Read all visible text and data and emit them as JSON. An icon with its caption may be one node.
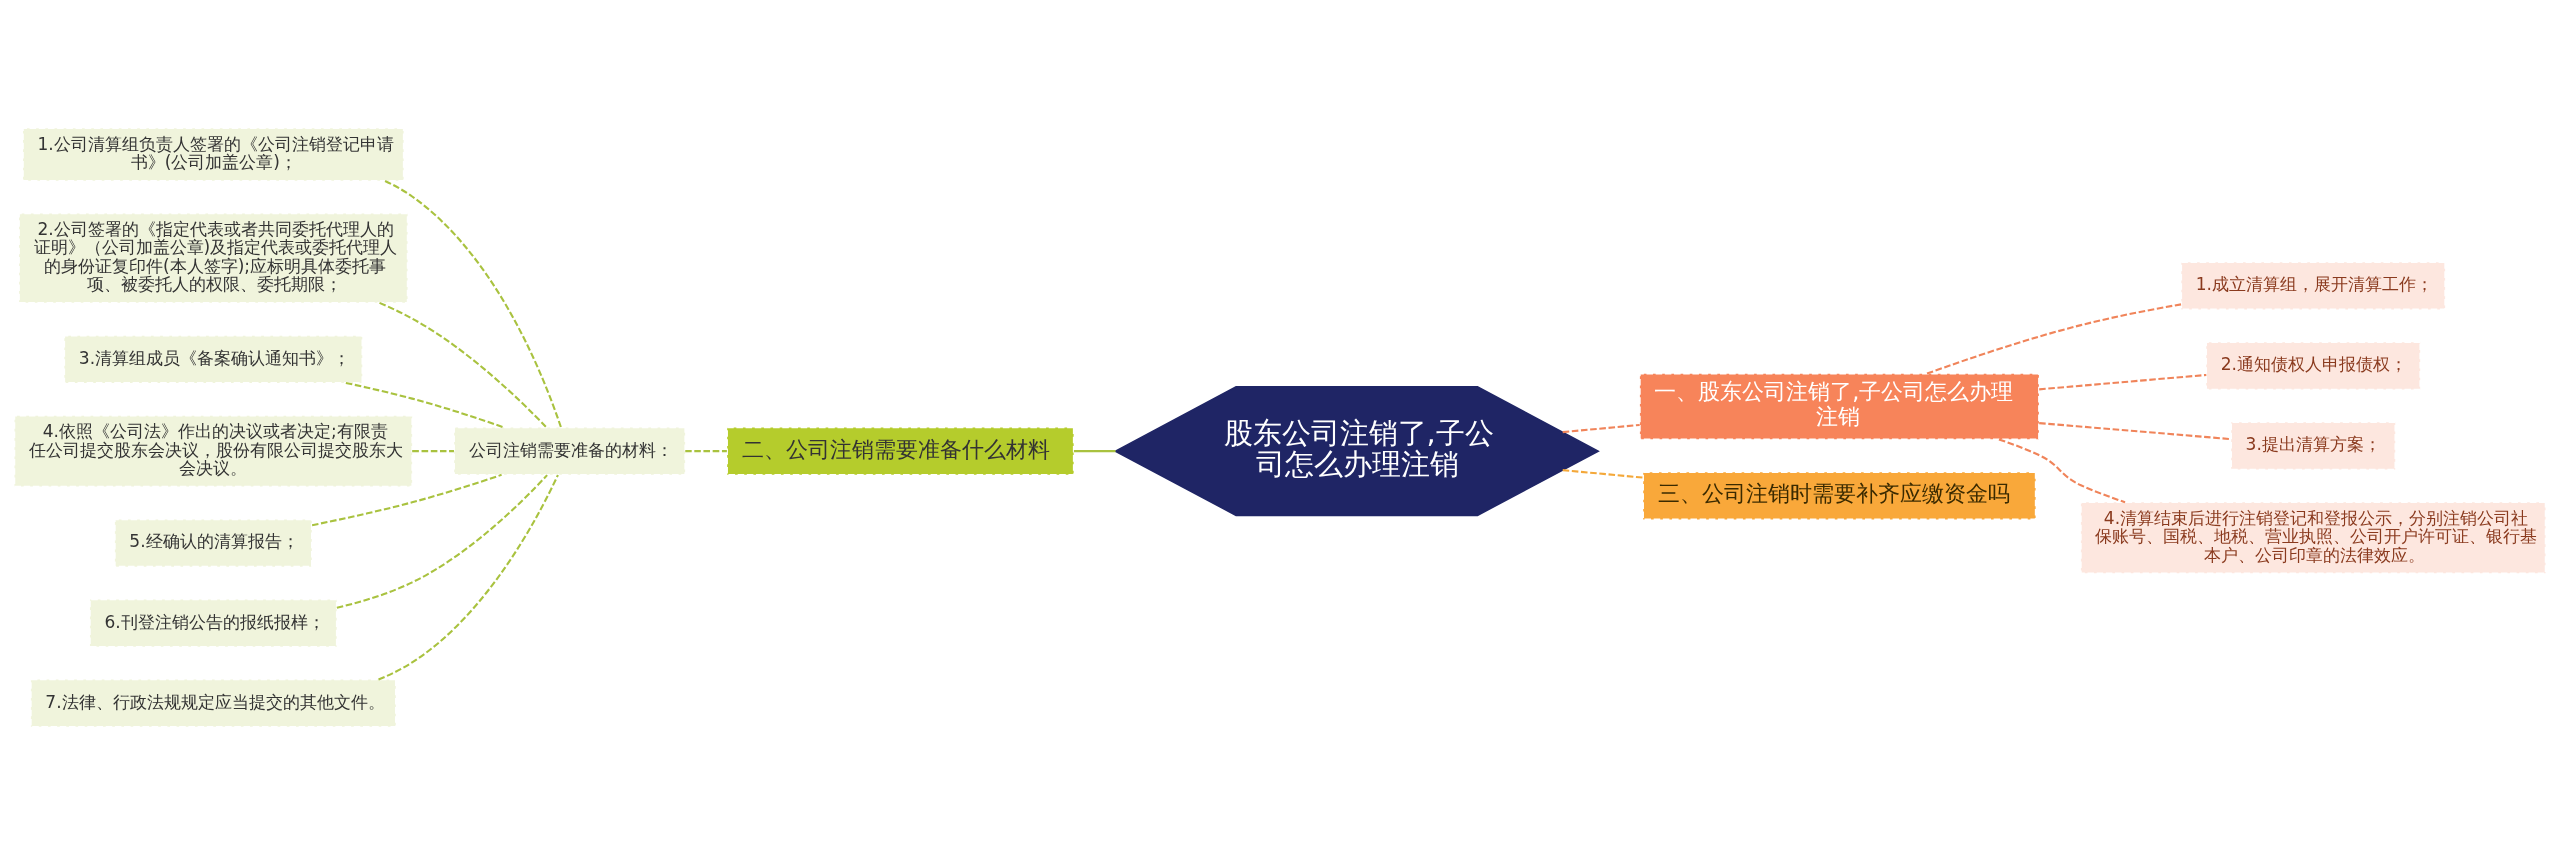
{
  "diagram": {
    "nodes": [
      {
        "text": [
          "股东公司注销了,子公司怎么办理注销"
        ]
      },
      {
        "text": [
          "一、股东公司注销了,子公司怎么办理注销"
        ]
      },
      {
        "text": [
          "1.成立清算组，展开清算工作；"
        ]
      },
      {
        "text": [
          "2.通知债权人申报债权；"
        ]
      },
      {
        "text": [
          "3.提出清算方案；"
        ]
      },
      {
        "text": [
          "4.清算结束后进行注销登记和登报公示，分别注销公司社保账号、国税、地税、营业执照、公司开户许可证、银行基本户、公司印章的法律效应。"
        ]
      },
      {
        "text": [
          "三、公司注销时需要补齐应缴资金吗"
        ]
      },
      {
        "text": [
          "二、公司注销需要准备什么材料"
        ]
      },
      {
        "text": [
          "公司注销需要准备的材料："
        ]
      },
      {
        "text": [
          "1.公司清算组负责人签署的《公司注销登记申请书》(公司加盖公章)；"
        ]
      },
      {
        "text": [
          "2.公司签署的《指定代表或者共同委托代理人的证明》（公司加盖公章)及指定代表或委托代理人的身份证复印件(本人签字);应标明具体委托事项、被委托人的权限、委托期限；"
        ]
      },
      {
        "text": [
          "3.清算组成员《备案确认通知书》；"
        ]
      },
      {
        "text": [
          "4.依照《公司法》作出的决议或者决定;有限责任公司提交股东会决议，股份有限公司提交股东大会决议。"
        ]
      },
      {
        "text": [
          "5.经确认的清算报告；"
        ]
      },
      {
        "text": [
          "6.刊登注销公告的报纸报样；"
        ]
      },
      {
        "text": [
          "7.法律、行政法规规定应当提交的其他文件。"
        ]
      }
    ],
    "edges": [
      {
        "from": 0,
        "to": 1,
        "arrow": "none",
        "style": "dashed",
        "color": "#f0845a"
      },
      {
        "from": 1,
        "to": 2,
        "arrow": "none",
        "style": "dashed",
        "color": "#f0845a"
      },
      {
        "from": 1,
        "to": 3,
        "arrow": "none",
        "style": "dashed",
        "color": "#f0845a"
      },
      {
        "from": 1,
        "to": 4,
        "arrow": "none",
        "style": "dashed",
        "color": "#f0845a"
      },
      {
        "from": 1,
        "to": 5,
        "arrow": "none",
        "style": "dashed",
        "color": "#f0845a"
      },
      {
        "from": 0,
        "to": 6,
        "arrow": "none",
        "style": "dashed",
        "color": "#f4a83a"
      },
      {
        "from": 0,
        "to": 7,
        "arrow": "none",
        "color": "#a9c23f"
      },
      {
        "from": 7,
        "to": 8,
        "arrow": "none",
        "style": "dashed",
        "color": "#a9c23f"
      },
      {
        "from": 8,
        "to": 9,
        "arrow": "none",
        "style": "dashed",
        "color": "#a9c23f"
      },
      {
        "from": 8,
        "to": 10,
        "arrow": "none",
        "style": "dashed",
        "color": "#a9c23f"
      },
      {
        "from": 8,
        "to": 11,
        "arrow": "none",
        "style": "dashed",
        "color": "#a9c23f"
      },
      {
        "from": 8,
        "to": 12,
        "arrow": "none",
        "style": "dashed",
        "color": "#a9c23f"
      },
      {
        "from": 8,
        "to": 13,
        "arrow": "none",
        "style": "dashed",
        "color": "#a9c23f"
      },
      {
        "from": 8,
        "to": 14,
        "arrow": "none",
        "style": "dashed",
        "color": "#a9c23f"
      },
      {
        "from": 8,
        "to": 15,
        "arrow": "none",
        "style": "dashed",
        "color": "#a9c23f"
      }
    ]
  }
}
